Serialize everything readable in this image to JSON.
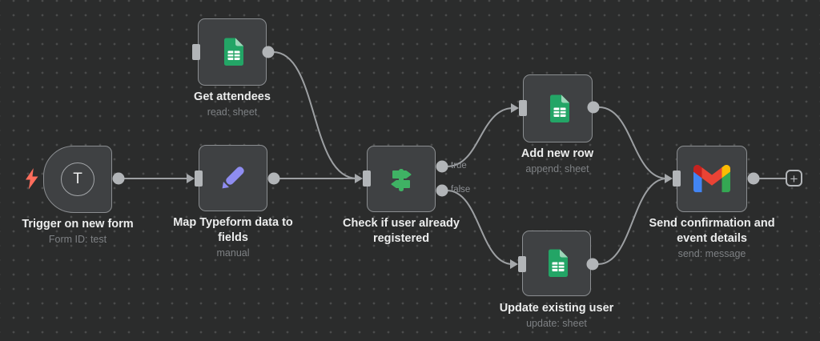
{
  "workflow": {
    "nodes": [
      {
        "title": "Trigger on new form",
        "subtitle": "Form ID: test"
      },
      {
        "title": "Get attendees",
        "subtitle": "read: sheet"
      },
      {
        "title": "Map Typeform data to fields",
        "subtitle": "manual"
      },
      {
        "title": "Check if user already registered",
        "subtitle": ""
      },
      {
        "title": "Add new row",
        "subtitle": "append: sheet"
      },
      {
        "title": "Update existing user",
        "subtitle": "update: sheet"
      },
      {
        "title": "Send confirmation and event details",
        "subtitle": "send: message"
      }
    ],
    "branch_labels": {
      "true_label": "true",
      "false_label": "false"
    },
    "glyphs": {
      "typeform_letter": "T",
      "plus": "+"
    },
    "colors": {
      "canvas_bg": "#2b2c2c",
      "grid_dot": "#4a4b4b",
      "node_bg": "#3f4143",
      "node_border": "#8b8e91",
      "connection": "#9da0a3",
      "port": "#b2b5b8",
      "title_text": "#eceded",
      "subtitle_text": "#7e8184",
      "trigger_bolt": "#ff6d5c",
      "sheets_green": "#23a566",
      "sheets_fold": "#9dd6b9",
      "if_green": "#3fb264",
      "set_purple": "#8f8df1",
      "gmail_blue": "#4285f4",
      "gmail_red": "#ea4335",
      "gmail_yellow": "#fbbc04",
      "gmail_green": "#34a853",
      "gmail_dark_red": "#c5221f"
    }
  }
}
